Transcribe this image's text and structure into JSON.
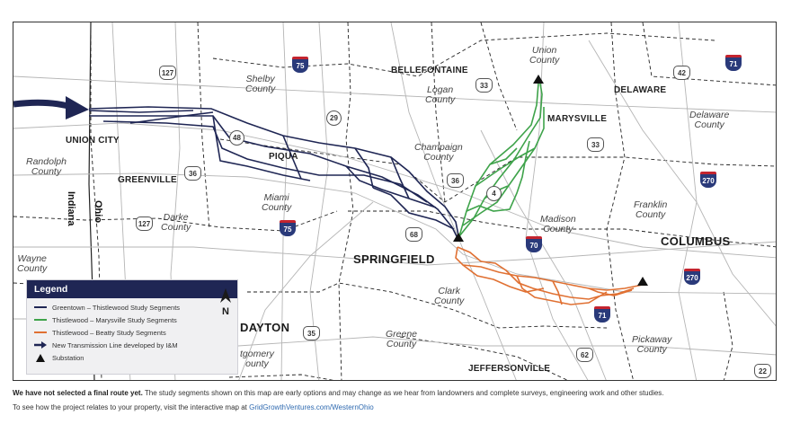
{
  "colors": {
    "greentown": "#1f2654",
    "marysville": "#3ea34a",
    "beatty": "#e07032",
    "new_line": "#1f2654",
    "interstate_blue": "#2a3a7a",
    "interstate_red": "#c4242f"
  },
  "map": {
    "counties": {
      "union": "Union\nCounty",
      "shelby": "Shelby\nCounty",
      "logan": "Logan\nCounty",
      "delaware": "Delaware\nCounty",
      "randolph": "Randolph\nCounty",
      "champaign": "Champaign\nCounty",
      "miami": "Miami\nCounty",
      "darke": "Darke\nCounty",
      "franklin": "Franklin\nCounty",
      "madison": "Madison\nCounty",
      "wayne": "Wayne\nCounty",
      "clark": "Clark\nCounty",
      "greene": "Greene\nCounty",
      "pickaway": "Pickaway\nCounty",
      "montgomery": "tgomery\nounty"
    },
    "cities": {
      "bellefontaine": "BELLEFONTAINE",
      "delaware": "DELAWARE",
      "marysville": "MARYSVILLE",
      "union_city": "UNION CITY",
      "piqua": "PIQUA",
      "greenville": "GREENVILLE",
      "springfield": "SPRINGFIELD",
      "columbus": "COLUMBUS",
      "dayton": "DAYTON",
      "jeffersonville": "JEFFERSONVILLE"
    },
    "states": {
      "indiana": "Indiana",
      "ohio": "Ohio"
    },
    "shields": {
      "us127a": "127",
      "i75a": "75",
      "us33a": "33",
      "us42": "42",
      "i71a": "71",
      "sr29": "29",
      "sr48": "48",
      "us33b": "33",
      "us36a": "36",
      "us36b": "36",
      "i270a": "270",
      "sr4": "4",
      "us127b": "127",
      "i75b": "75",
      "us68": "68",
      "i70": "70",
      "i270b": "270",
      "i71b": "71",
      "us35": "35",
      "us62": "62",
      "us22": "22"
    }
  },
  "legend": {
    "title": "Legend",
    "items": [
      "Greentown – Thistlewood Study Segments",
      "Thistlewood – Marysville Study Segments",
      "Thistlewood – Beatty Study Segments",
      "New Transmission Line developed by I&M",
      "Substation"
    ],
    "north": "N"
  },
  "footer": {
    "line1_bold": "We have not selected a final route yet.",
    "line1_rest": " The study segments shown on this map are early options and may change as we hear from landowners and complete surveys, engineering work and other studies.",
    "line2_text": "To see how the project relates to your property, visit the interactive map at ",
    "line2_link": "GridGrowthVentures.com/WesternOhio"
  }
}
